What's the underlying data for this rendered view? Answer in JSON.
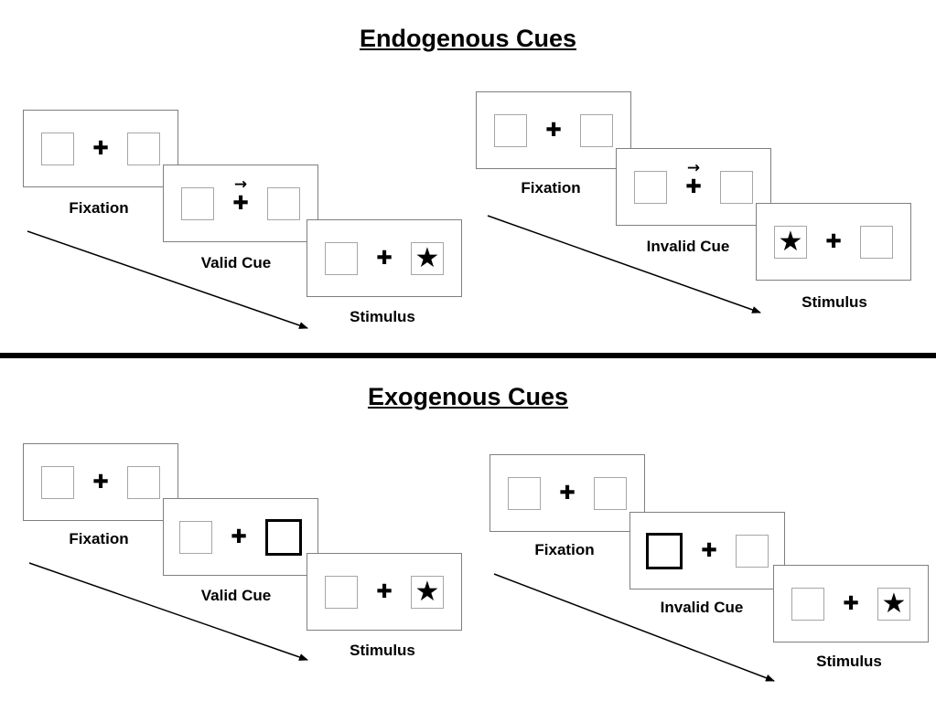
{
  "figure": {
    "sections": [
      {
        "title": "Endogenous Cues",
        "sequences": [
          {
            "panels": [
              {
                "label": "Fixation",
                "left_box": "empty",
                "center": "plus",
                "right_box": "empty"
              },
              {
                "label": "Valid Cue",
                "left_box": "empty",
                "center": "plus-with-right-arrow",
                "right_box": "empty"
              },
              {
                "label": "Stimulus",
                "left_box": "empty",
                "center": "plus",
                "right_box": "star"
              }
            ]
          },
          {
            "panels": [
              {
                "label": "Fixation",
                "left_box": "empty",
                "center": "plus",
                "right_box": "empty"
              },
              {
                "label": "Invalid Cue",
                "left_box": "empty",
                "center": "plus-with-right-arrow",
                "right_box": "empty"
              },
              {
                "label": "Stimulus",
                "left_box": "star",
                "center": "plus",
                "right_box": "empty"
              }
            ]
          }
        ]
      },
      {
        "title": "Exogenous Cues",
        "sequences": [
          {
            "panels": [
              {
                "label": "Fixation",
                "left_box": "empty",
                "center": "plus",
                "right_box": "empty"
              },
              {
                "label": "Valid Cue",
                "left_box": "empty",
                "center": "plus",
                "right_box": "bold-outline"
              },
              {
                "label": "Stimulus",
                "left_box": "empty",
                "center": "plus",
                "right_box": "star"
              }
            ]
          },
          {
            "panels": [
              {
                "label": "Fixation",
                "left_box": "empty",
                "center": "plus",
                "right_box": "empty"
              },
              {
                "label": "Invalid Cue",
                "left_box": "bold-outline",
                "center": "plus",
                "right_box": "empty"
              },
              {
                "label": "Stimulus",
                "left_box": "empty",
                "center": "plus",
                "right_box": "star"
              }
            ]
          }
        ]
      }
    ]
  },
  "symbols": {
    "plus": "✚",
    "star": "★",
    "cue_arrow": "→"
  },
  "colors": {
    "panel_border": "#7f7f7f",
    "box_border": "#a6a6a6",
    "ink": "#000000",
    "background": "#ffffff"
  }
}
